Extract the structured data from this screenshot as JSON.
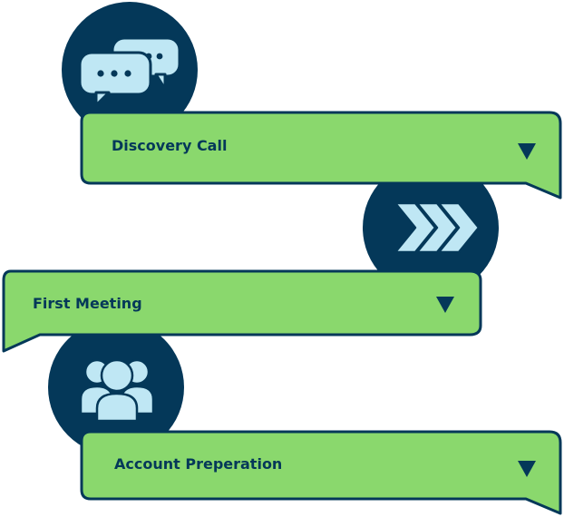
{
  "steps": [
    {
      "label": "Discovery Call",
      "icon": "chat-bubbles-icon"
    },
    {
      "label": "First Meeting",
      "icon": "forward-chevrons-icon"
    },
    {
      "label": "Account Preperation",
      "icon": "people-group-icon"
    }
  ],
  "colors": {
    "card_fill": "#8ad86d",
    "outline": "#043859",
    "circle": "#043859",
    "icon": "#bfe7f4"
  }
}
